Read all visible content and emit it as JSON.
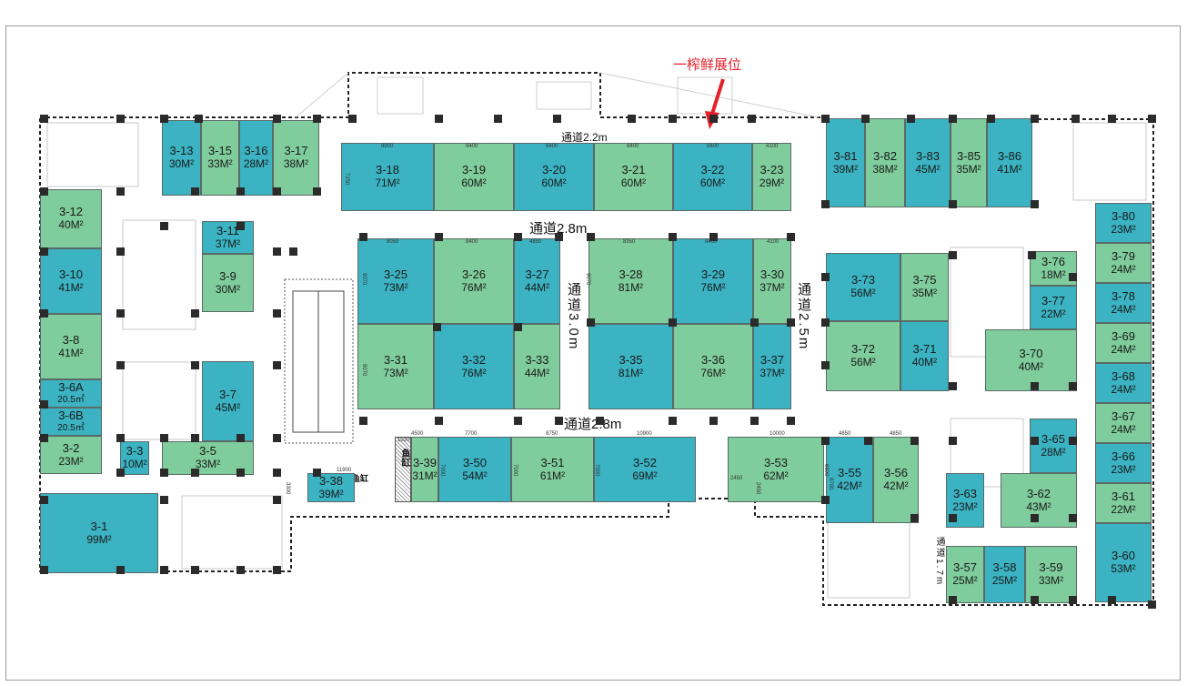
{
  "callout": {
    "label": "一榨鲜展位"
  },
  "corridors": {
    "c22": "通道2.2m",
    "c28_top": "通道2.8m",
    "c30": "通道3.0m",
    "c25": "通道2.5m",
    "c28_bottom": "通道2.8m",
    "c17": "通道1.7m"
  },
  "booths": [
    {
      "id": "3-13",
      "area": "30M²",
      "color": "b"
    },
    {
      "id": "3-15",
      "area": "33M²",
      "color": "g"
    },
    {
      "id": "3-16",
      "area": "28M²",
      "color": "b"
    },
    {
      "id": "3-17",
      "area": "38M²",
      "color": "g"
    },
    {
      "id": "3-18",
      "area": "71M²",
      "color": "b"
    },
    {
      "id": "3-19",
      "area": "60M²",
      "color": "g"
    },
    {
      "id": "3-20",
      "area": "60M²",
      "color": "b"
    },
    {
      "id": "3-21",
      "area": "60M²",
      "color": "g"
    },
    {
      "id": "3-22",
      "area": "60M²",
      "color": "b"
    },
    {
      "id": "3-23",
      "area": "29M²",
      "color": "g"
    },
    {
      "id": "3-12",
      "area": "40M²",
      "color": "g"
    },
    {
      "id": "3-11",
      "area": "37M²",
      "color": "b"
    },
    {
      "id": "3-10",
      "area": "41M²",
      "color": "b"
    },
    {
      "id": "3-9",
      "area": "30M²",
      "color": "g"
    },
    {
      "id": "3-8",
      "area": "41M²",
      "color": "g"
    },
    {
      "id": "3-6A",
      "area": "20.5㎡",
      "color": "b"
    },
    {
      "id": "3-6B",
      "area": "20.5㎡",
      "color": "b"
    },
    {
      "id": "3-7",
      "area": "45M²",
      "color": "b"
    },
    {
      "id": "3-2",
      "area": "23M²",
      "color": "g"
    },
    {
      "id": "3-3",
      "area": "10M²",
      "color": "b"
    },
    {
      "id": "3-5",
      "area": "33M²",
      "color": "g"
    },
    {
      "id": "3-1",
      "area": "99M²",
      "color": "b"
    },
    {
      "id": "3-25",
      "area": "73M²",
      "color": "b"
    },
    {
      "id": "3-26",
      "area": "76M²",
      "color": "g"
    },
    {
      "id": "3-27",
      "area": "44M²",
      "color": "b"
    },
    {
      "id": "3-31",
      "area": "73M²",
      "color": "g"
    },
    {
      "id": "3-32",
      "area": "76M²",
      "color": "b"
    },
    {
      "id": "3-33",
      "area": "44M²",
      "color": "g"
    },
    {
      "id": "3-28",
      "area": "81M²",
      "color": "g"
    },
    {
      "id": "3-29",
      "area": "76M²",
      "color": "b"
    },
    {
      "id": "3-30",
      "area": "37M²",
      "color": "g"
    },
    {
      "id": "3-35",
      "area": "81M²",
      "color": "b"
    },
    {
      "id": "3-36",
      "area": "76M²",
      "color": "g"
    },
    {
      "id": "3-37",
      "area": "37M²",
      "color": "b"
    },
    {
      "id": "3-38",
      "area": "39M²",
      "color": "b"
    },
    {
      "id": "3-39",
      "area": "31M²",
      "color": "g"
    },
    {
      "id": "3-50",
      "area": "54M²",
      "color": "b"
    },
    {
      "id": "3-51",
      "area": "61M²",
      "color": "g"
    },
    {
      "id": "3-52",
      "area": "69M²",
      "color": "b"
    },
    {
      "id": "3-53",
      "area": "62M²",
      "color": "g"
    },
    {
      "id": "3-81",
      "area": "39M²",
      "color": "b"
    },
    {
      "id": "3-82",
      "area": "38M²",
      "color": "g"
    },
    {
      "id": "3-83",
      "area": "45M²",
      "color": "b"
    },
    {
      "id": "3-85",
      "area": "35M²",
      "color": "g"
    },
    {
      "id": "3-86",
      "area": "41M²",
      "color": "b"
    },
    {
      "id": "3-73",
      "area": "56M²",
      "color": "b"
    },
    {
      "id": "3-75",
      "area": "35M²",
      "color": "g"
    },
    {
      "id": "3-76",
      "area": "18M²",
      "color": "g"
    },
    {
      "id": "3-77",
      "area": "22M²",
      "color": "b"
    },
    {
      "id": "3-72",
      "area": "56M²",
      "color": "g"
    },
    {
      "id": "3-71",
      "area": "40M²",
      "color": "b"
    },
    {
      "id": "3-70",
      "area": "40M²",
      "color": "g"
    },
    {
      "id": "3-80",
      "area": "23M²",
      "color": "b"
    },
    {
      "id": "3-79",
      "area": "24M²",
      "color": "g"
    },
    {
      "id": "3-78",
      "area": "24M²",
      "color": "b"
    },
    {
      "id": "3-69",
      "area": "24M²",
      "color": "g"
    },
    {
      "id": "3-68",
      "area": "24M²",
      "color": "b"
    },
    {
      "id": "3-67",
      "area": "24M²",
      "color": "g"
    },
    {
      "id": "3-66",
      "area": "23M²",
      "color": "b"
    },
    {
      "id": "3-61",
      "area": "22M²",
      "color": "g"
    },
    {
      "id": "3-60",
      "area": "53M²",
      "color": "b"
    },
    {
      "id": "3-55",
      "area": "42M²",
      "color": "b"
    },
    {
      "id": "3-56",
      "area": "42M²",
      "color": "g"
    },
    {
      "id": "3-65",
      "area": "28M²",
      "color": "b"
    },
    {
      "id": "3-63",
      "area": "23M²",
      "color": "b"
    },
    {
      "id": "3-62",
      "area": "43M²",
      "color": "g"
    },
    {
      "id": "3-57",
      "area": "25M²",
      "color": "g"
    },
    {
      "id": "3-58",
      "area": "25M²",
      "color": "b"
    },
    {
      "id": "3-59",
      "area": "33M²",
      "color": "g"
    }
  ],
  "dimensions": [
    "9900",
    "8400",
    "8400",
    "8400",
    "8400",
    "4100",
    "8050",
    "8400",
    "4850",
    "8950",
    "8400",
    "4100",
    "4500",
    "7700",
    "8750",
    "10900",
    "10000",
    "4850",
    "4850",
    "11900",
    "7250",
    "9070",
    "9070",
    "1020",
    "3300",
    "2450",
    "2450",
    "7000",
    "7000",
    "7000",
    "9070",
    "6500",
    "8700"
  ],
  "fish_tank": "鱼缸"
}
